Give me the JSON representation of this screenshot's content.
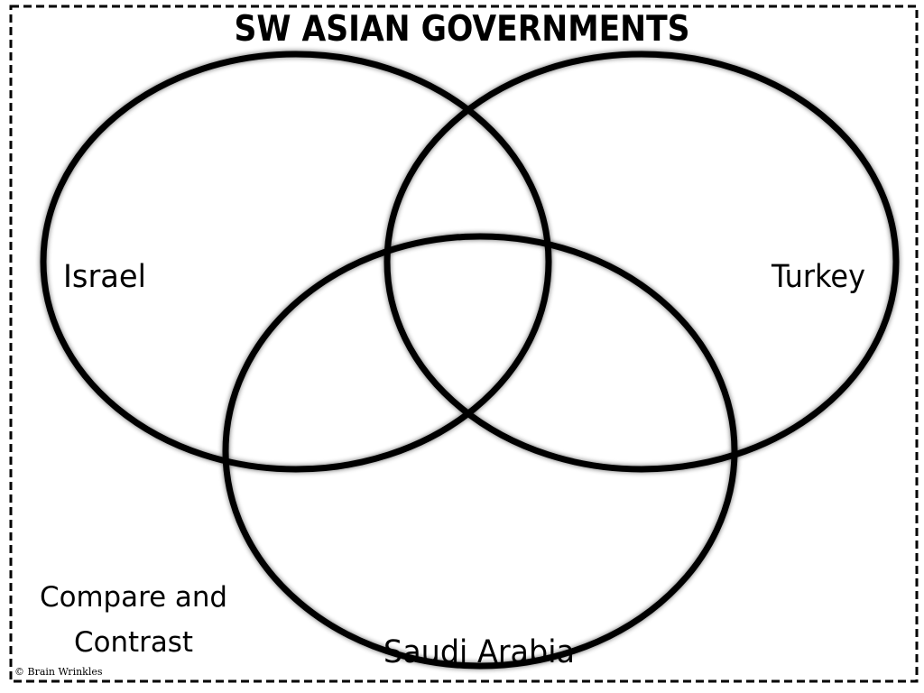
{
  "title": "SW ASIAN GOVERNMENTS",
  "circles": [
    {
      "name": "Israel",
      "label": "Israel"
    },
    {
      "name": "Turkey",
      "label": "Turkey"
    },
    {
      "name": "Saudi Arabia",
      "label": "Saudi Arabia"
    }
  ],
  "footer": {
    "line1": "Compare and",
    "line2": "Contrast"
  },
  "credit": "© Brain Wrinkles"
}
